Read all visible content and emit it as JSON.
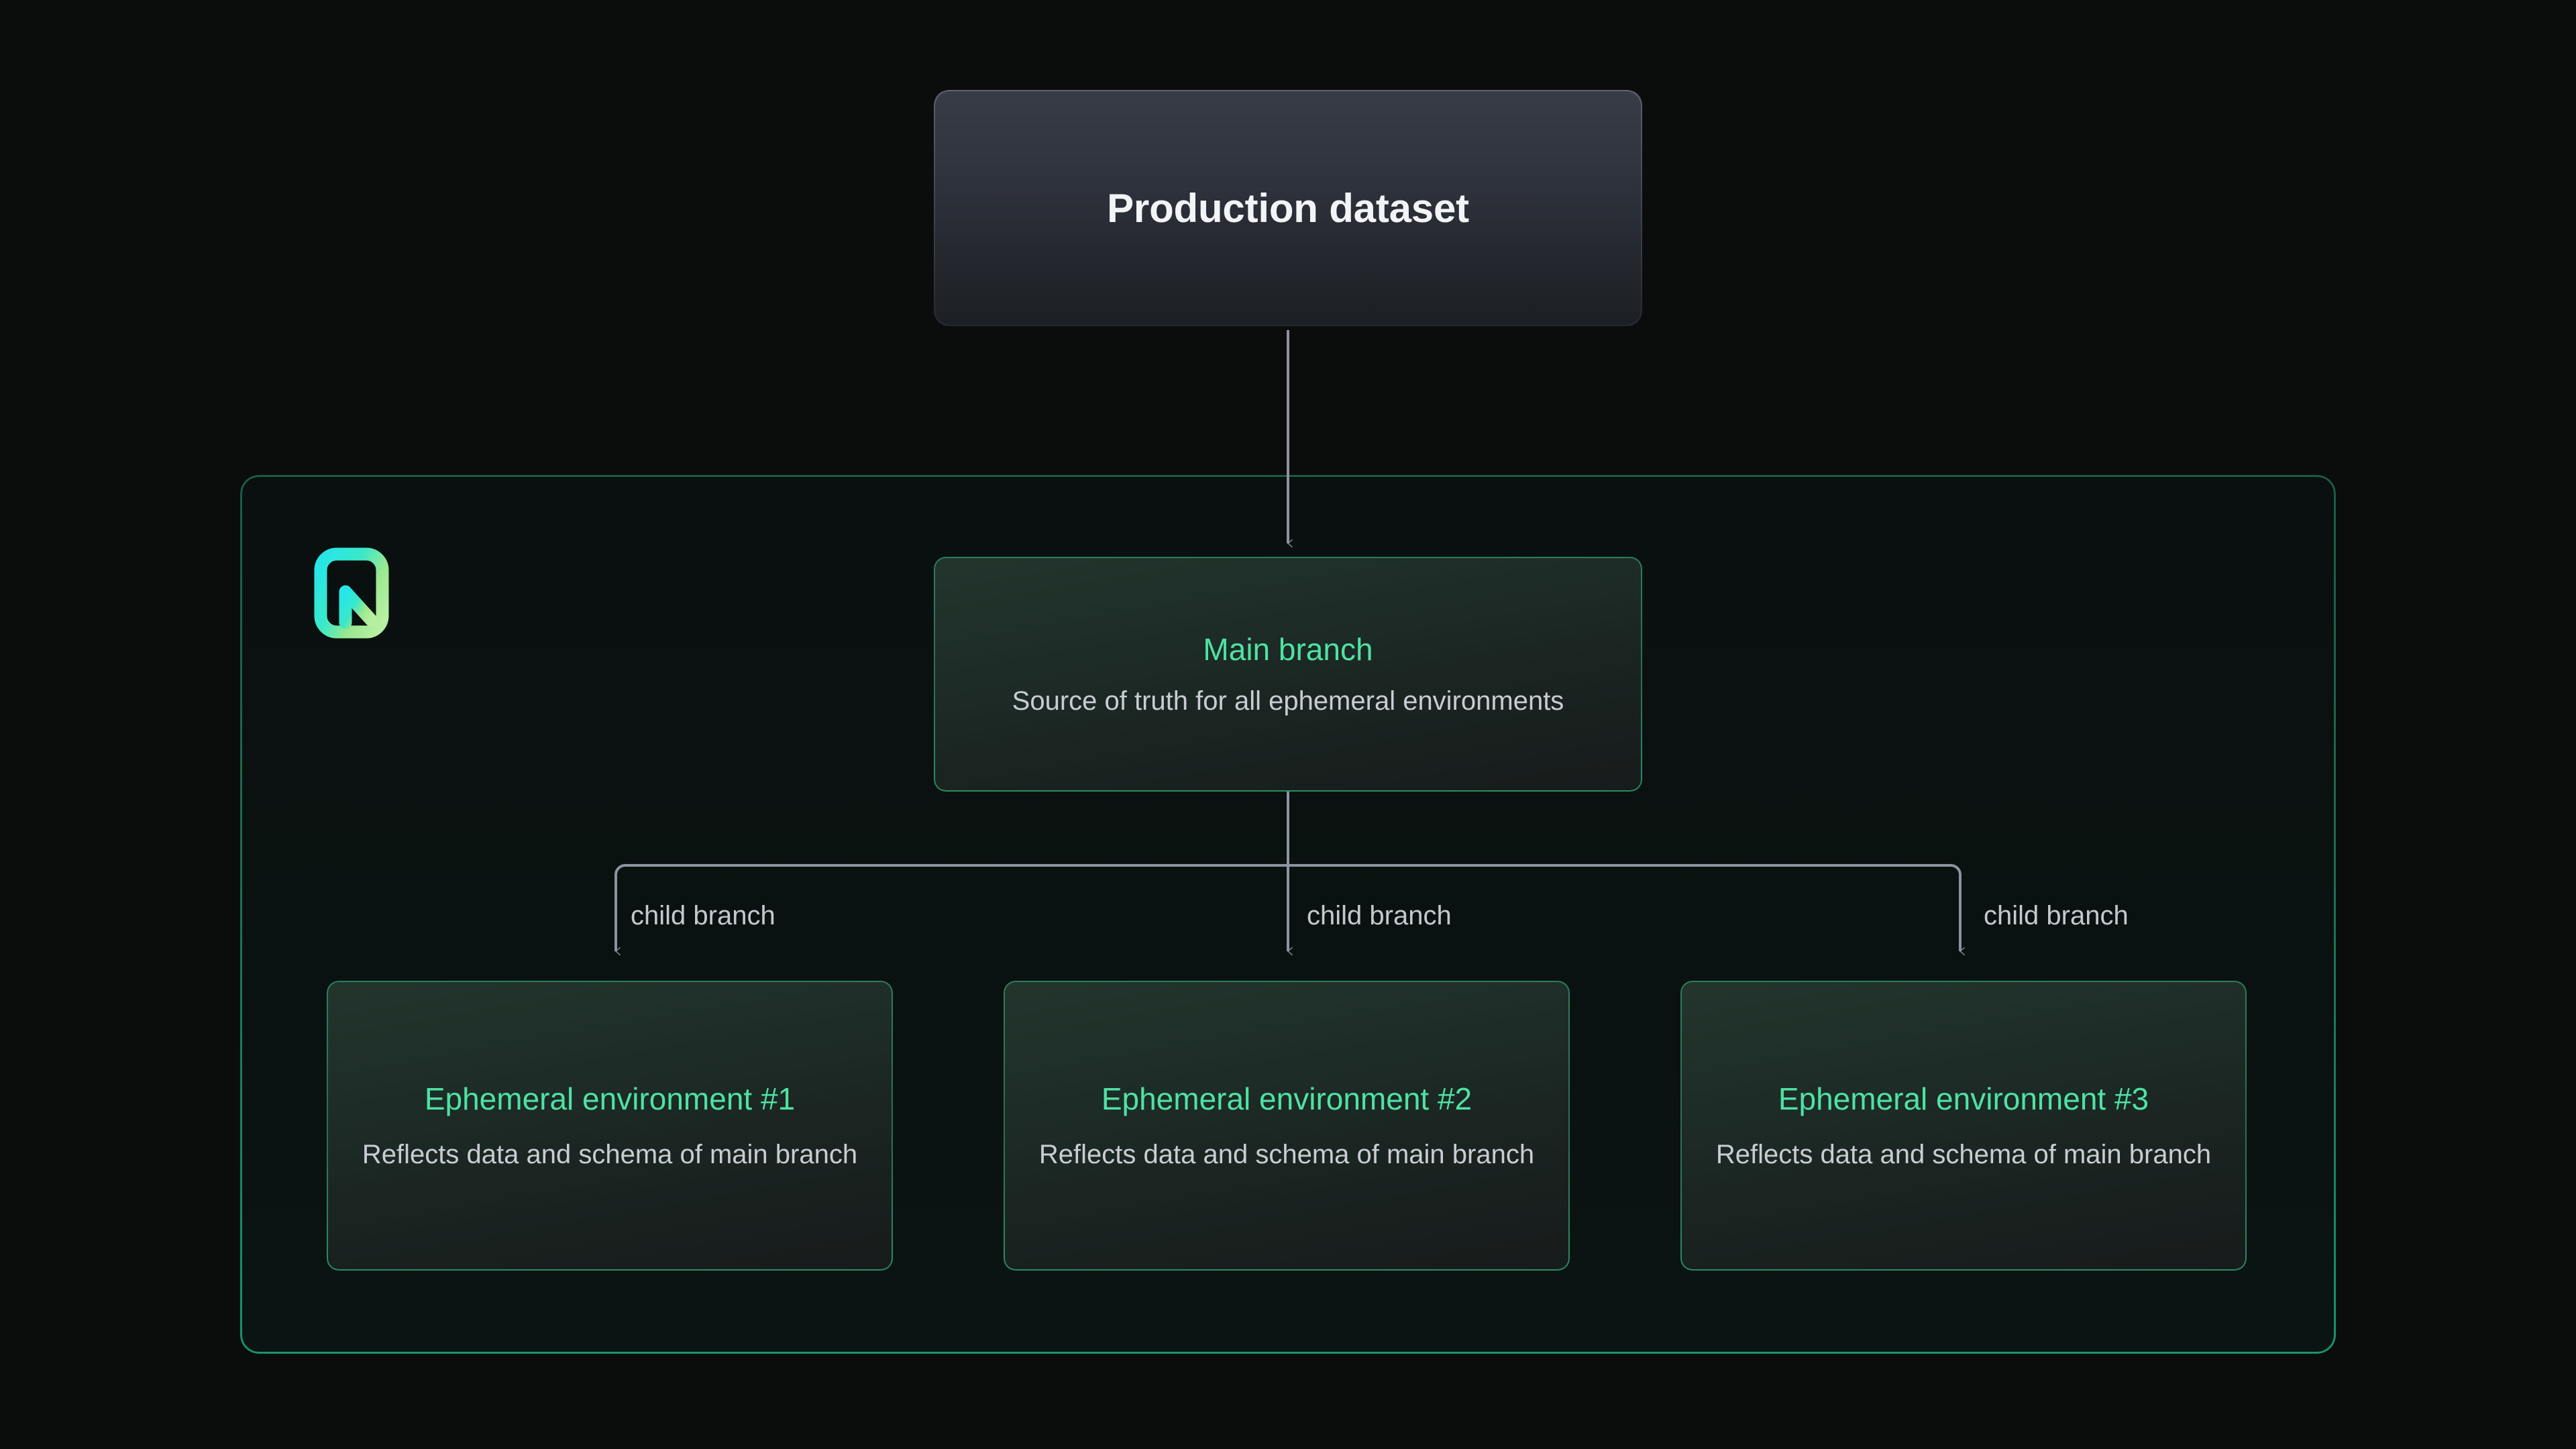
{
  "diagram": {
    "background_color": "#0b0c0c",
    "accent_green": "#4ee2a4",
    "border_green": "#2b8c63",
    "connector_color": "#8e949e",
    "production": {
      "title": "Production dataset"
    },
    "container": {
      "logo_icon": "neon-logo-icon"
    },
    "main_branch": {
      "title": "Main branch",
      "description": "Source of truth for all ephemeral environments"
    },
    "environments": [
      {
        "title": "Ephemeral environment #1",
        "description": "Reflects data and schema of main branch",
        "edge_label": "child branch"
      },
      {
        "title": "Ephemeral environment #2",
        "description": "Reflects data and schema of main branch",
        "edge_label": "child branch"
      },
      {
        "title": "Ephemeral environment #3",
        "description": "Reflects data and schema of main branch",
        "edge_label": "child branch"
      }
    ]
  }
}
